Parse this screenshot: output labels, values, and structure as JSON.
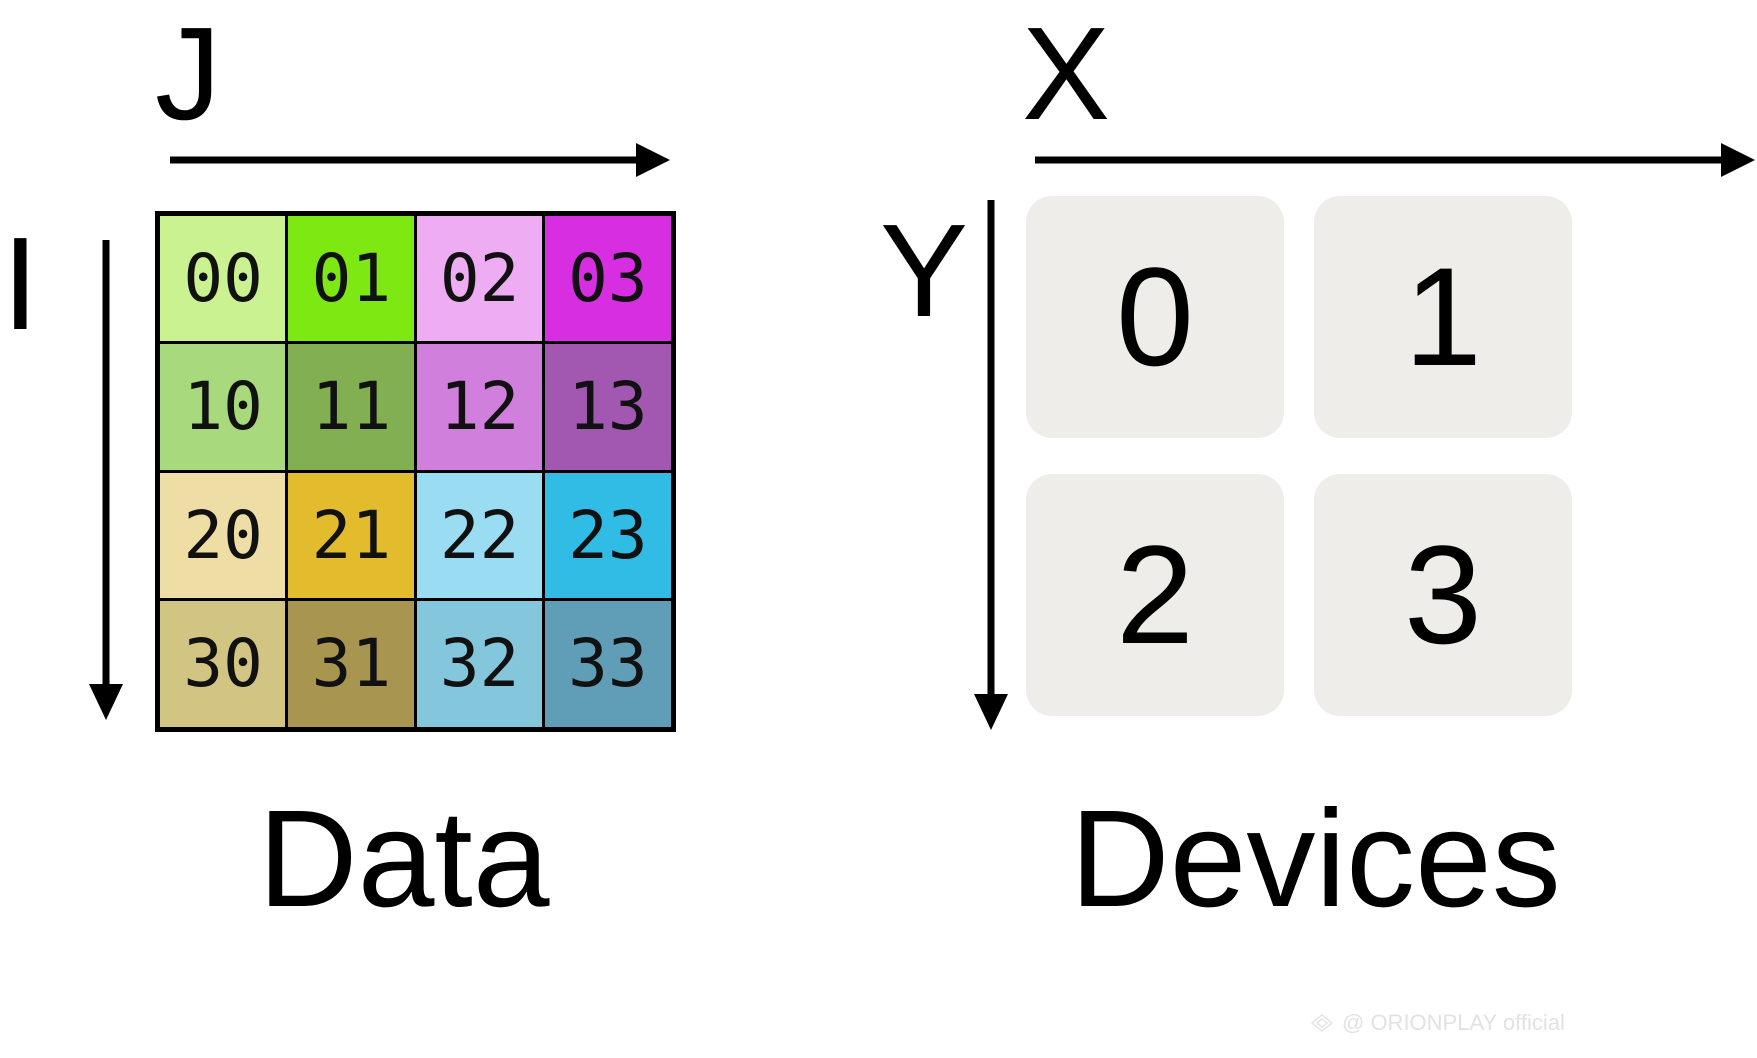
{
  "diagram": {
    "title_left": "Data",
    "title_right": "Devices",
    "axes": {
      "data_horizontal": "J",
      "data_vertical": "I",
      "device_horizontal": "X",
      "device_vertical": "Y"
    }
  },
  "data_grid": {
    "rows": 4,
    "cols": 4,
    "cells": [
      {
        "label": "00",
        "color": "#caf291"
      },
      {
        "label": "01",
        "color": "#7ee812"
      },
      {
        "label": "02",
        "color": "#eeacf3"
      },
      {
        "label": "03",
        "color": "#d62ee0"
      },
      {
        "label": "10",
        "color": "#a9d97d"
      },
      {
        "label": "11",
        "color": "#81af52"
      },
      {
        "label": "12",
        "color": "#d17fdc"
      },
      {
        "label": "13",
        "color": "#a257b1"
      },
      {
        "label": "20",
        "color": "#eedda4"
      },
      {
        "label": "21",
        "color": "#e3bc2e"
      },
      {
        "label": "22",
        "color": "#9adcf2"
      },
      {
        "label": "23",
        "color": "#31bce5"
      },
      {
        "label": "30",
        "color": "#d2c584"
      },
      {
        "label": "31",
        "color": "#a89650"
      },
      {
        "label": "32",
        "color": "#84c6dc"
      },
      {
        "label": "33",
        "color": "#609eb8"
      }
    ]
  },
  "device_grid": {
    "rows": 2,
    "cols": 2,
    "box_color": "#efedea",
    "devices": [
      {
        "label": "0"
      },
      {
        "label": "1"
      },
      {
        "label": "2"
      },
      {
        "label": "3"
      }
    ]
  },
  "watermark": {
    "text": "@ ORIONPLAY official",
    "color": "#e2e2e2"
  }
}
